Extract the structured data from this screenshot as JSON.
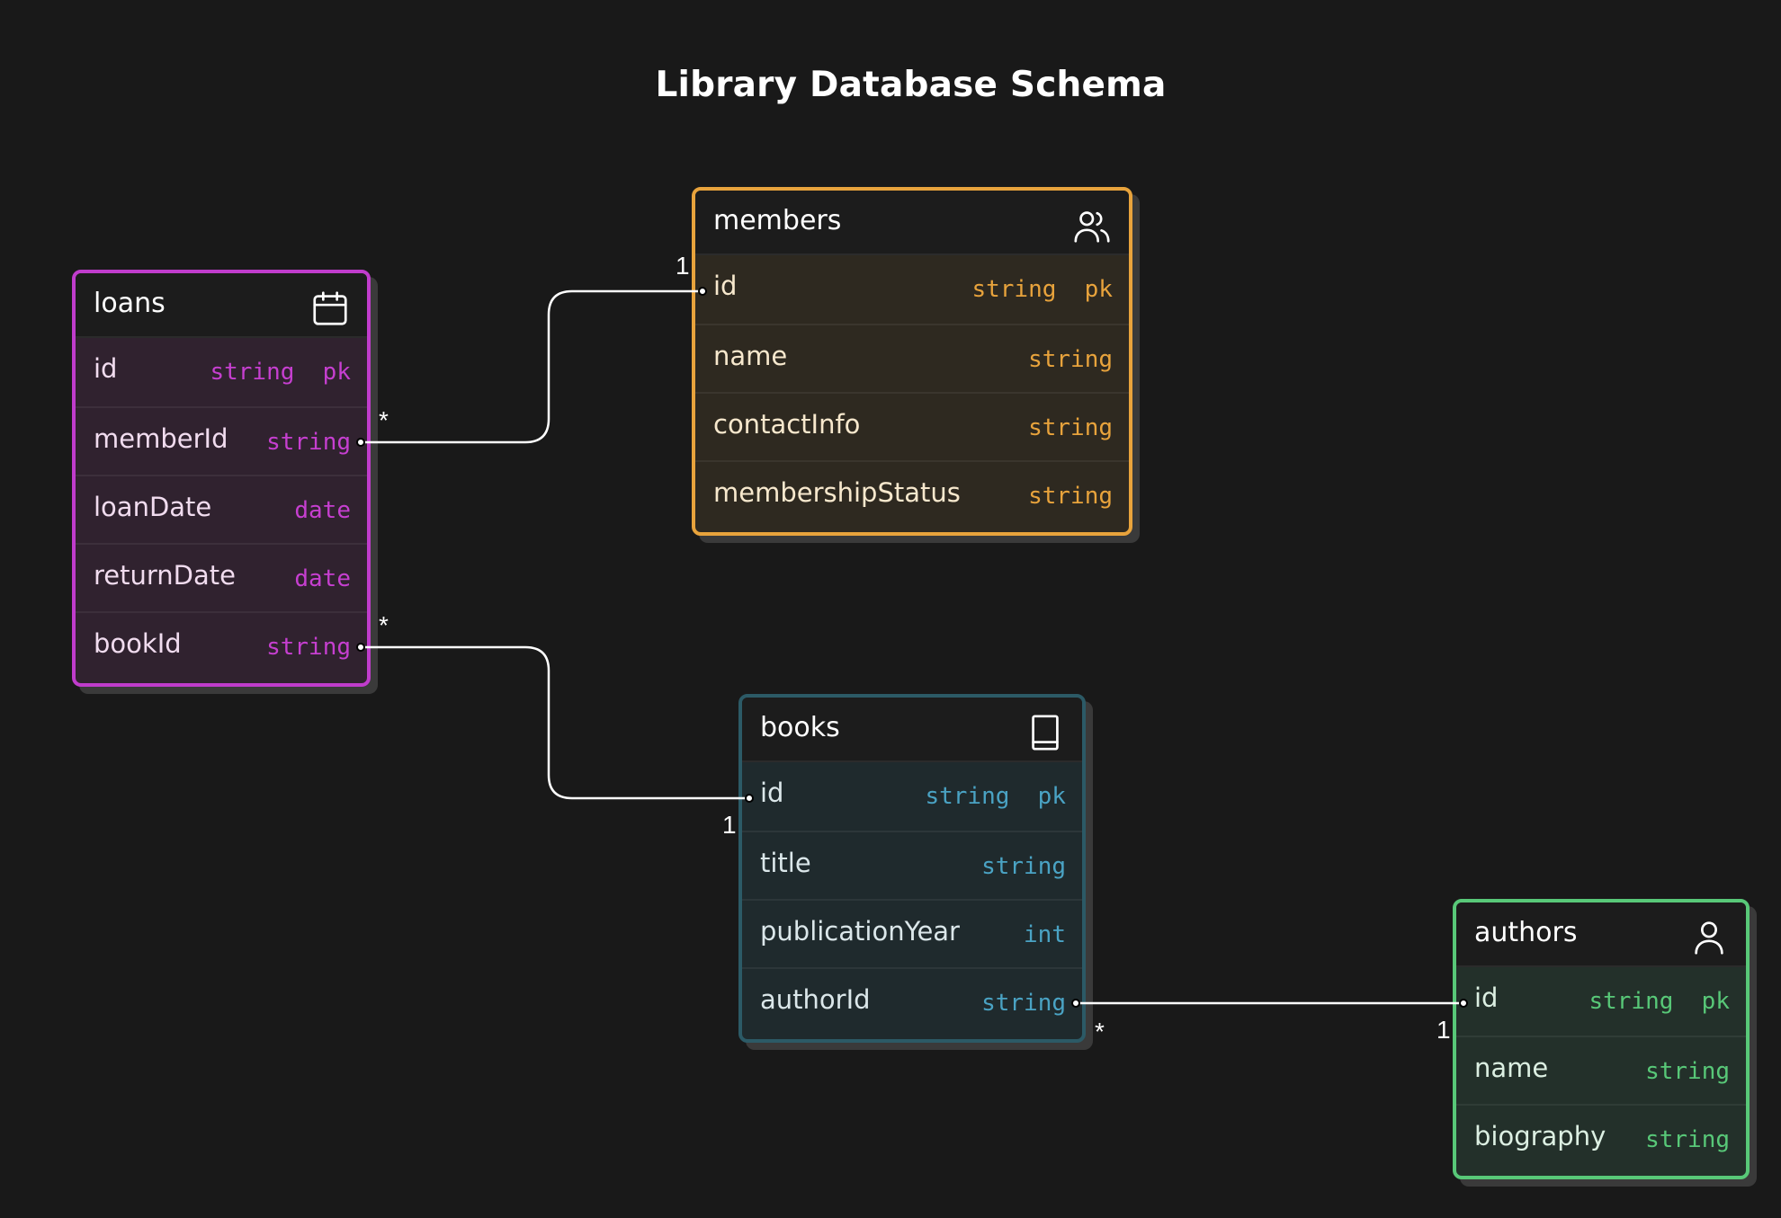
{
  "title": "Library Database Schema",
  "colors": {
    "background": "#191919",
    "loans": "#c03ccc",
    "members": "#e8a33c",
    "books": "#2c5a66",
    "authors": "#58c878",
    "connector": "#ffffff"
  },
  "entities": {
    "loans": {
      "name": "loans",
      "icon": "calendar-icon",
      "fields": [
        {
          "name": "id",
          "type": "string  pk"
        },
        {
          "name": "memberId",
          "type": "string"
        },
        {
          "name": "loanDate",
          "type": "date"
        },
        {
          "name": "returnDate",
          "type": "date"
        },
        {
          "name": "bookId",
          "type": "string"
        }
      ]
    },
    "members": {
      "name": "members",
      "icon": "users-icon",
      "fields": [
        {
          "name": "id",
          "type": "string  pk"
        },
        {
          "name": "name",
          "type": "string"
        },
        {
          "name": "contactInfo",
          "type": "string"
        },
        {
          "name": "membershipStatus",
          "type": "string"
        }
      ]
    },
    "books": {
      "name": "books",
      "icon": "book-icon",
      "fields": [
        {
          "name": "id",
          "type": "string  pk"
        },
        {
          "name": "title",
          "type": "string"
        },
        {
          "name": "publicationYear",
          "type": "int"
        },
        {
          "name": "authorId",
          "type": "string"
        }
      ]
    },
    "authors": {
      "name": "authors",
      "icon": "user-icon",
      "fields": [
        {
          "name": "id",
          "type": "string  pk"
        },
        {
          "name": "name",
          "type": "string"
        },
        {
          "name": "biography",
          "type": "string"
        }
      ]
    }
  },
  "relationships": [
    {
      "from": "loans.memberId",
      "to": "members.id",
      "from_card": "*",
      "to_card": "1"
    },
    {
      "from": "loans.bookId",
      "to": "books.id",
      "from_card": "*",
      "to_card": "1"
    },
    {
      "from": "books.authorId",
      "to": "authors.id",
      "from_card": "*",
      "to_card": "1"
    }
  ]
}
